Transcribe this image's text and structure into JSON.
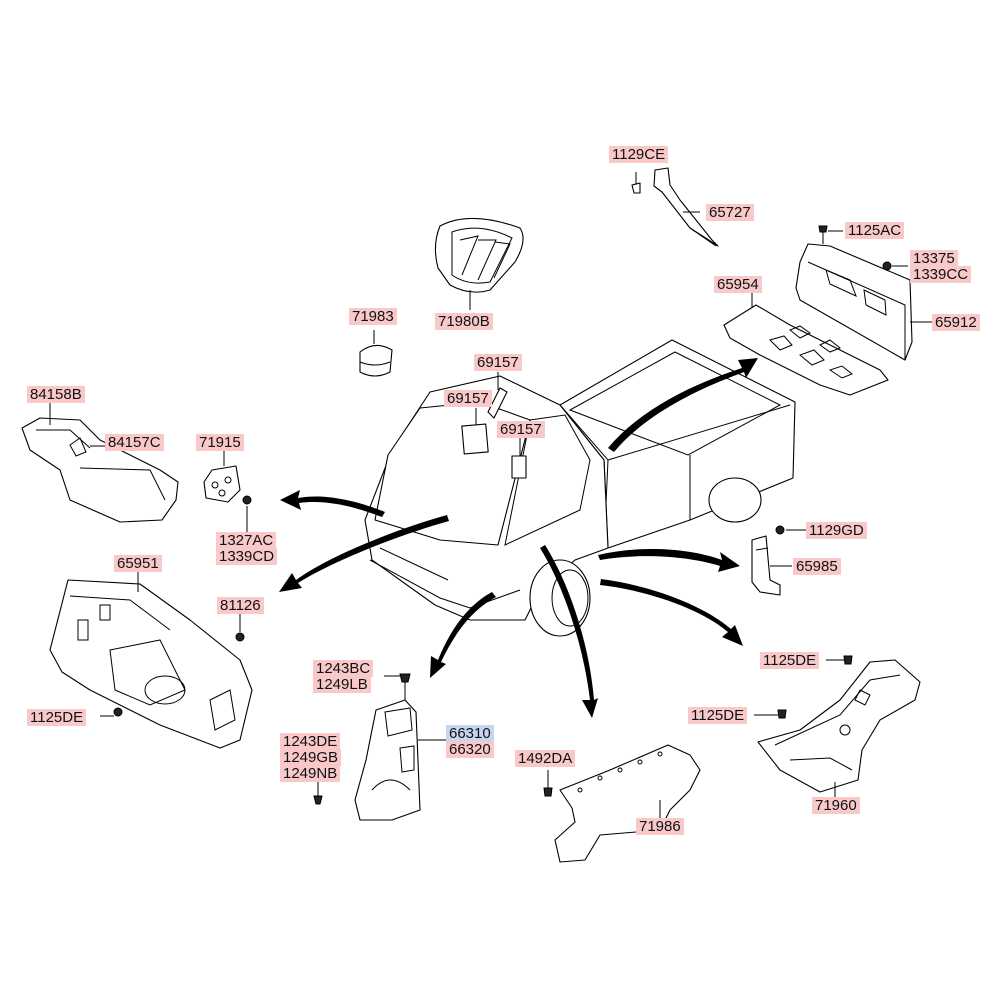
{
  "diagram": {
    "callouts": {
      "c1129CE": "1129CE",
      "c65727": "65727",
      "c1125AC": "1125AC",
      "c13375": "13375",
      "c1339CC": "1339CC",
      "c65954": "65954",
      "c65912": "65912",
      "c71983": "71983",
      "c71980B": "71980B",
      "c69157a": "69157",
      "c69157b": "69157",
      "c69157c": "69157",
      "c84158B": "84158B",
      "c84157C": "84157C",
      "c71915": "71915",
      "c1327AC": "1327AC",
      "c1339CD": "1339CD",
      "c65951": "65951",
      "c81126": "81126",
      "c1129GD": "1129GD",
      "c65985": "65985",
      "c1125DE_left": "1125DE",
      "c1243BC": "1243BC",
      "c1249LB": "1249LB",
      "c1243DE": "1243DE",
      "c1249GB": "1249GB",
      "c1249NB": "1249NB",
      "c66310": "66310",
      "c66320": "66320",
      "c1492DA": "1492DA",
      "c71986": "71986",
      "c1125DE_right1": "1125DE",
      "c1125DE_right2": "1125DE",
      "c71960": "71960"
    },
    "selected_part": "66310",
    "colors": {
      "callout_bg": "#f9c9c9",
      "selected_bg": "#c5d6ee",
      "line": "#000000"
    }
  }
}
